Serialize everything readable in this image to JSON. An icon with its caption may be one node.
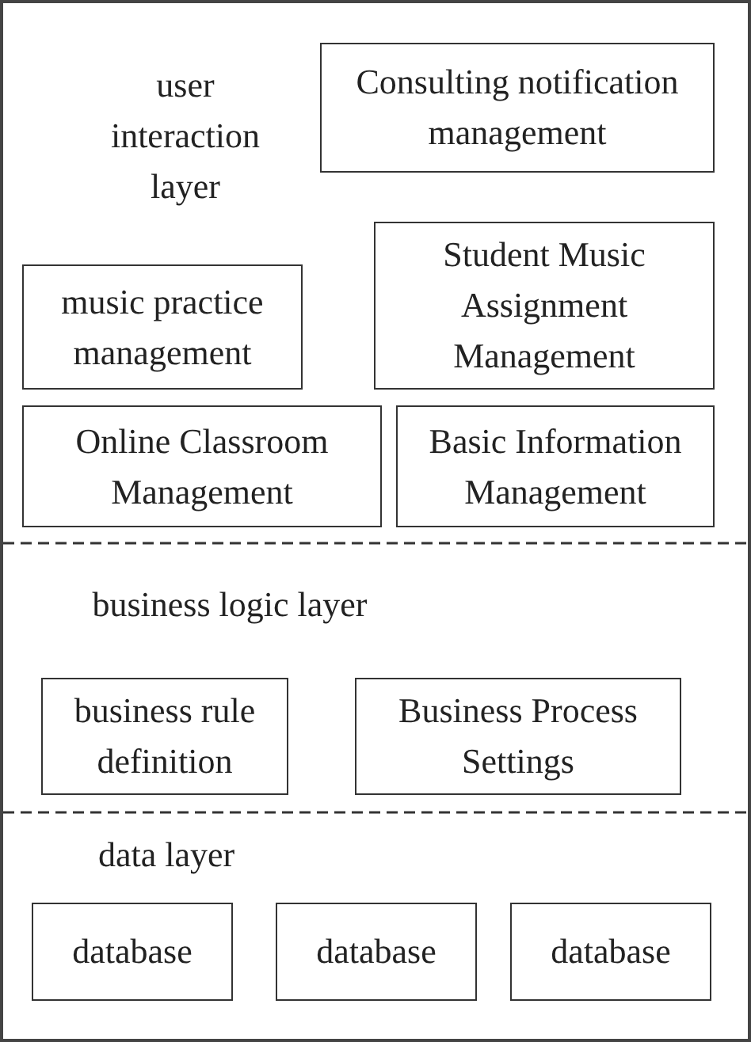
{
  "diagram": {
    "nodes": [
      {
        "text": [
          "Consulting notification management"
        ]
      },
      {
        "text": [
          "music practice management"
        ]
      },
      {
        "text": [
          "Student Music Assignment Management"
        ]
      },
      {
        "text": [
          "Online Classroom Management"
        ]
      },
      {
        "text": [
          "Basic Information Management"
        ]
      },
      {
        "text": [
          "business rule definition"
        ]
      },
      {
        "text": [
          "Business Process Settings"
        ]
      },
      {
        "text": [
          "database"
        ]
      },
      {
        "text": [
          "database"
        ]
      },
      {
        "text": [
          "database"
        ]
      }
    ],
    "labels": [
      "user interaction layer",
      "business logic layer",
      "data layer"
    ]
  }
}
